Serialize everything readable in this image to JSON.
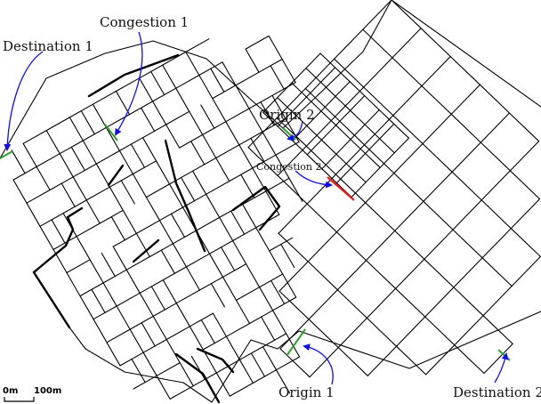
{
  "labels": {
    "destination_1": "Destination 1",
    "congestion_1": "Congestion 1",
    "origin_2": "Origin 2",
    "congestion_2": "Congestion 2",
    "origin_1": "Origin 1",
    "destination_2": "Destination 2"
  },
  "scale_bar": {
    "zero": "0m",
    "end": "100m"
  },
  "colors": {
    "road": "#000000",
    "od_segment": "#2e9e2e",
    "congestion_2_segment": "#e0201c",
    "annotation_arrow": "#1010e0"
  }
}
